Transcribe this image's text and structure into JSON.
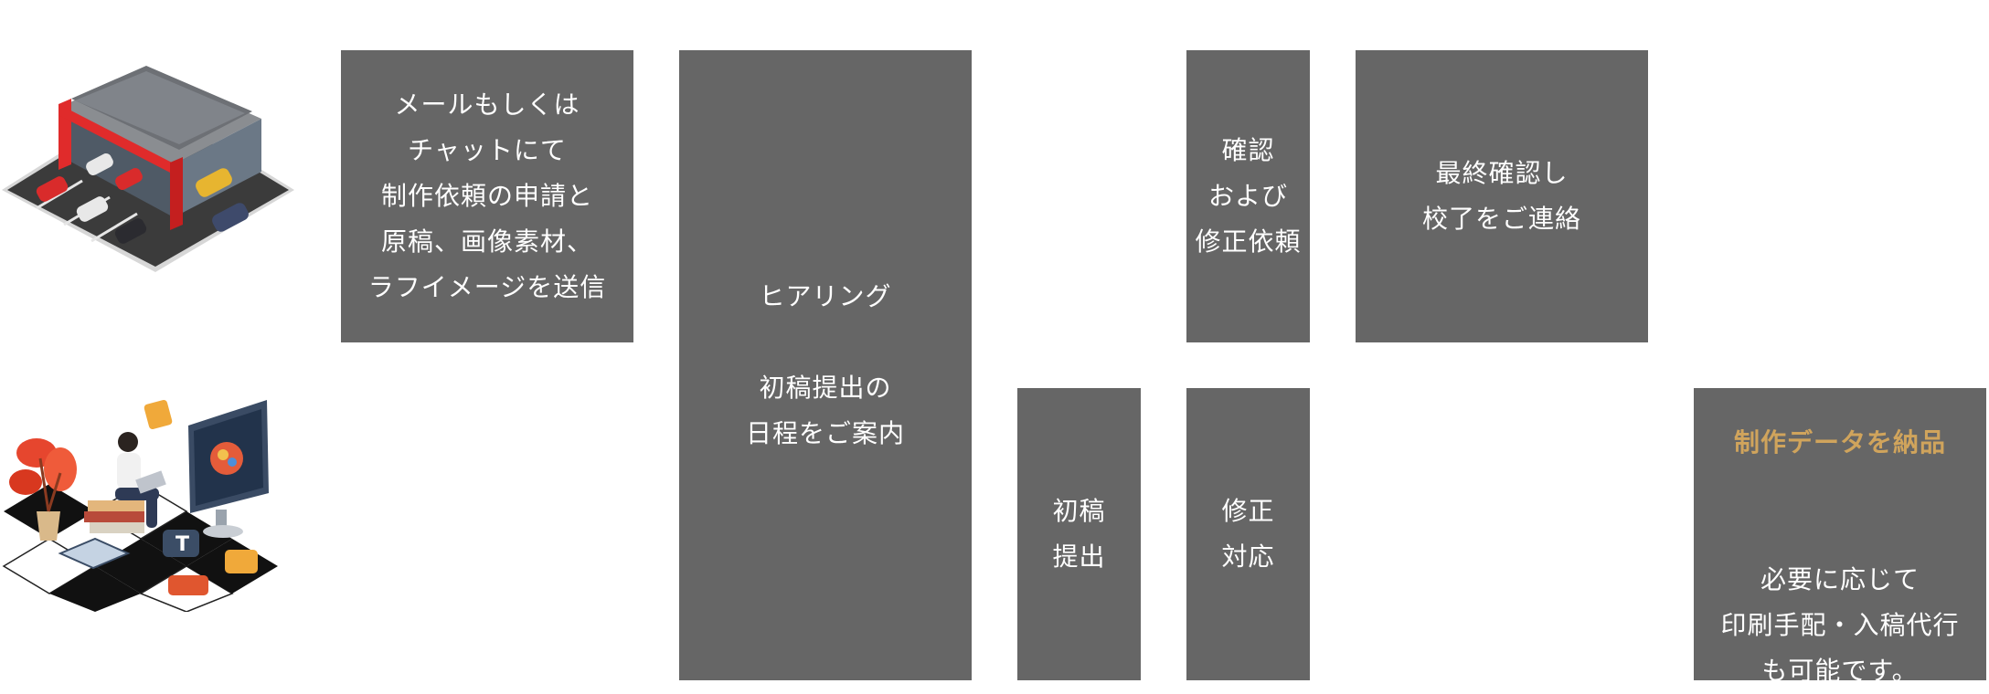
{
  "colors": {
    "box_fill": "#666666",
    "box_text": "#FFFFFF",
    "highlight_text": "#D0A45C"
  },
  "illustrations": {
    "client": "car-dealership-icon",
    "designer": "designer-workspace-icon"
  },
  "steps": {
    "send_request": "メールもしくは\nチャットにて\n制作依頼の申請と\n原稿、画像素材、\nラフイメージを送信",
    "hearing": "ヒアリング\n\n初稿提出の\n日程をご案内",
    "first_draft": "初稿\n提出",
    "confirm": "確認\nおよび\n修正依頼",
    "revise": "修正\n対応",
    "final_confirm": "最終確認し\n校了をご連絡",
    "deliver_title": "制作データを納品",
    "deliver_text": "\n必要に応じて\n印刷手配・入稿代行\nも可能です。"
  }
}
